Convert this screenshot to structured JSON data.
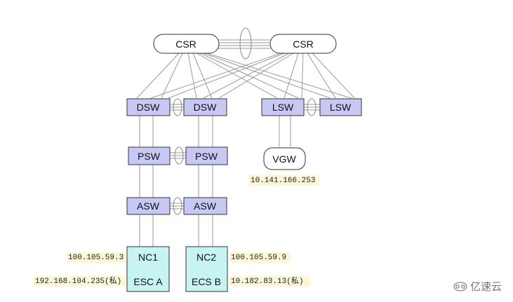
{
  "nodes": {
    "csr_left": "CSR",
    "csr_right": "CSR",
    "dsw_a": "DSW",
    "dsw_b": "DSW",
    "lsw_a": "LSW",
    "lsw_b": "LSW",
    "psw_a": "PSW",
    "psw_b": "PSW",
    "asw_a": "ASW",
    "asw_b": "ASW",
    "vgw": "VGW",
    "nc1": "NC1",
    "esc_a": "ESC A",
    "nc2": "NC2",
    "ecs_b": "ECS B"
  },
  "addresses": {
    "vgw_ip": "10.141.166.253",
    "nc1_ip": "100.105.59.3",
    "esc_a_ip": "192.168.104.235(私)",
    "nc2_ip": "100.105.59.9",
    "ecs_b_ip": "10.182.83.13(私)"
  },
  "watermark": "亿速云",
  "colors": {
    "switch_fill": "#c8c8f5",
    "host_fill": "#c8f3f3",
    "ip_highlight": "#fdf6d8",
    "line": "#999999"
  }
}
